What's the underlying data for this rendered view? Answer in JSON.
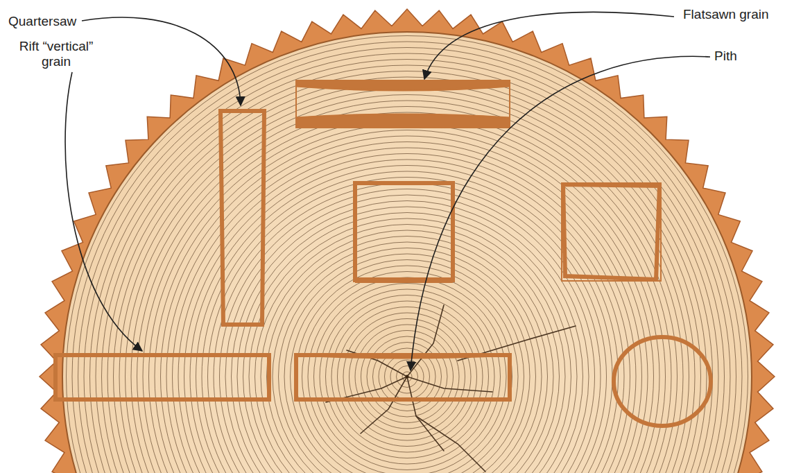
{
  "diagram": {
    "labels": [
      "Quartersaw",
      "Flatsawn grain",
      "Rift “vertical” grain",
      "Pith"
    ]
  }
}
